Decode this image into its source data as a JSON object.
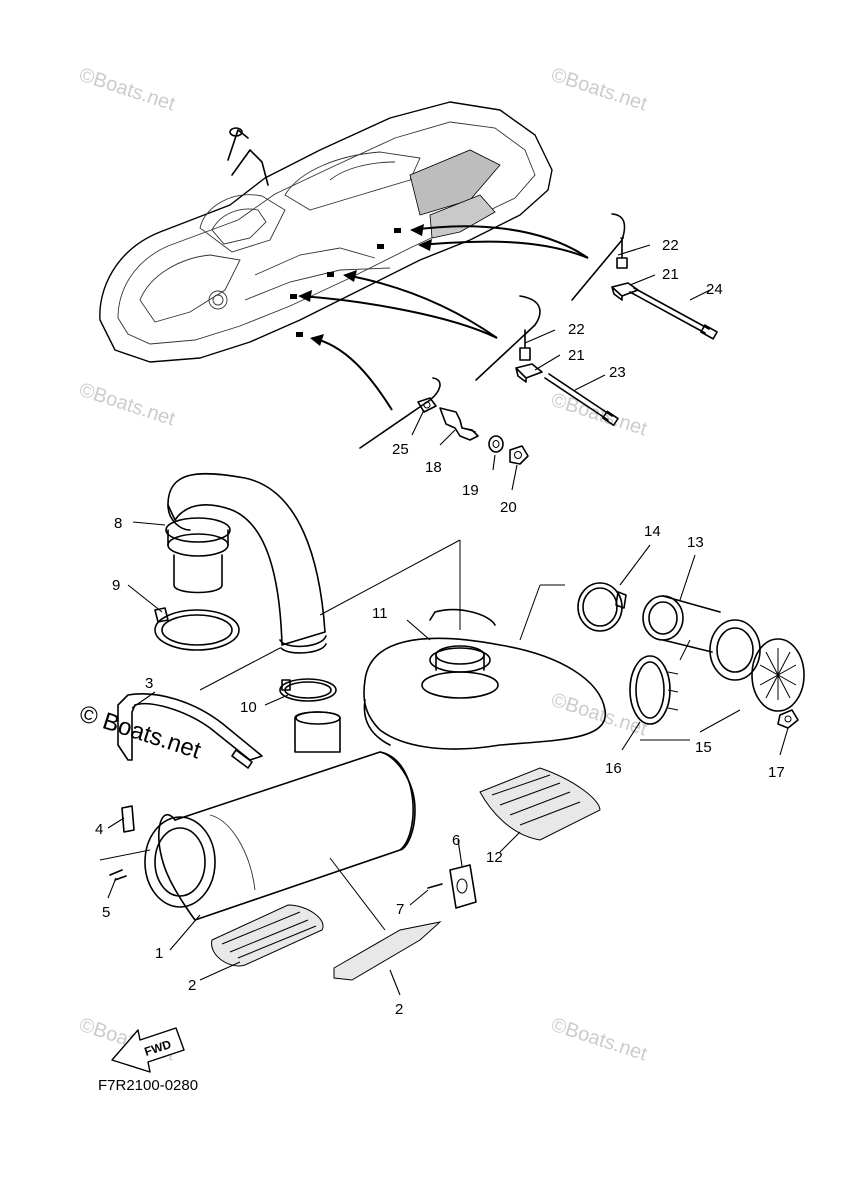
{
  "callouts": {
    "c1": "1",
    "c2a": "2",
    "c2b": "2",
    "c3": "3",
    "c4": "4",
    "c5": "5",
    "c6": "6",
    "c7": "7",
    "c8": "8",
    "c9": "9",
    "c10": "10",
    "c11": "11",
    "c12": "12",
    "c13": "13",
    "c14": "14",
    "c15": "15",
    "c16": "16",
    "c17": "17",
    "c18": "18",
    "c19": "19",
    "c20": "20",
    "c21a": "21",
    "c21b": "21",
    "c22a": "22",
    "c22b": "22",
    "c23": "23",
    "c24": "24",
    "c25": "25"
  },
  "diagram_code": "F7R2100-0280",
  "fwd_label": "FWD",
  "watermarks": {
    "small": "©Boats.net",
    "large": "© Boats.net"
  }
}
